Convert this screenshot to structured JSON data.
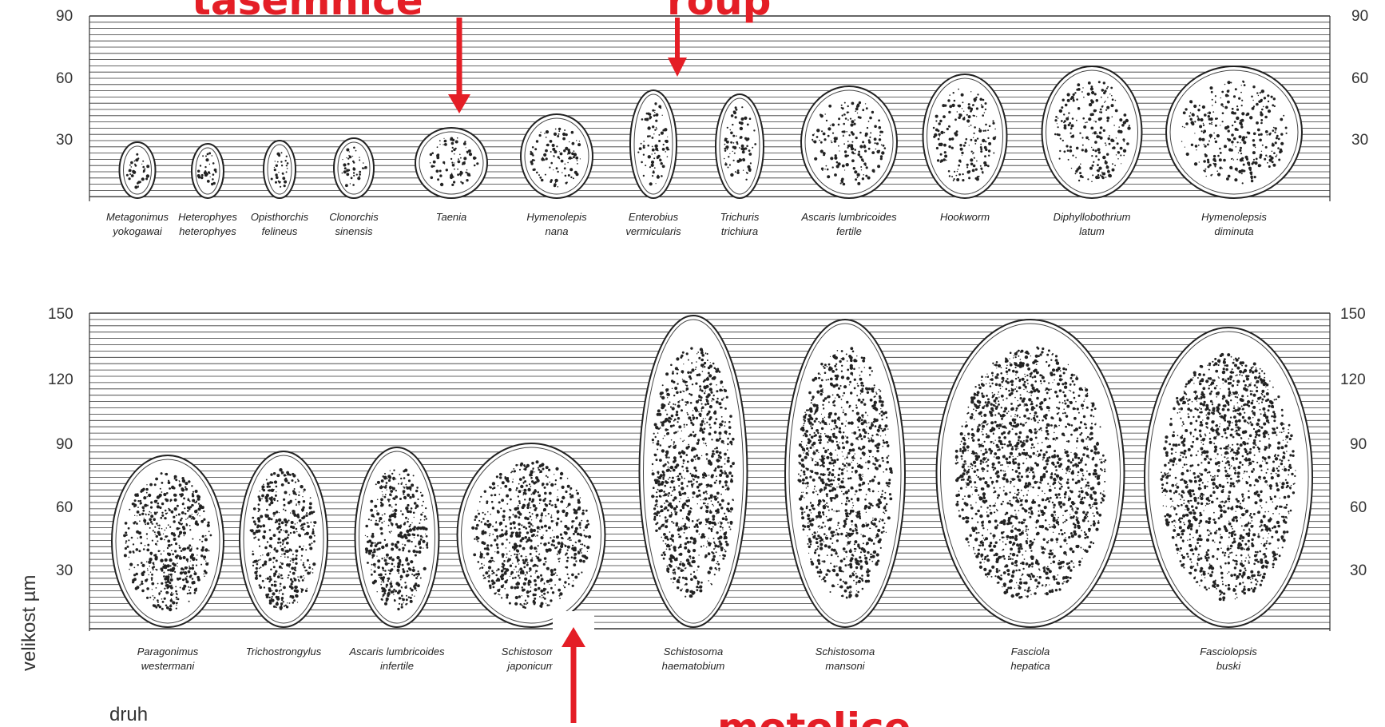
{
  "axis": {
    "y_label": "velikost µm",
    "x_label": "druh",
    "top_panel": {
      "ticks": [
        "90",
        "60",
        "30"
      ]
    },
    "bottom_panel": {
      "ticks": [
        "150",
        "120",
        "90",
        "60",
        "30"
      ]
    }
  },
  "top_species": [
    {
      "line1": "Metagonimus",
      "line2": "yokogawai",
      "w": 45,
      "h": 70
    },
    {
      "line1": "Heterophyes",
      "line2": "heterophyes",
      "w": 40,
      "h": 68
    },
    {
      "line1": "Opisthorchis",
      "line2": "felineus",
      "w": 40,
      "h": 72
    },
    {
      "line1": "Clonorchis",
      "line2": "sinensis",
      "w": 50,
      "h": 75
    },
    {
      "line1": "Taenia",
      "line2": "",
      "w": 90,
      "h": 88
    },
    {
      "line1": "Hymenolepis",
      "line2": "nana",
      "w": 90,
      "h": 105
    },
    {
      "line1": "Enterobius",
      "line2": "vermicularis",
      "w": 58,
      "h": 135
    },
    {
      "line1": "Trichuris",
      "line2": "trichiura",
      "w": 60,
      "h": 130
    },
    {
      "line1": "Ascaris lumbricoides",
      "line2": "fertile",
      "w": 120,
      "h": 140
    },
    {
      "line1": "Hookworm",
      "line2": "",
      "w": 105,
      "h": 155
    },
    {
      "line1": "Diphyllobothrium",
      "line2": "latum",
      "w": 125,
      "h": 165
    },
    {
      "line1": "Hymenolepsis",
      "line2": "diminuta",
      "w": 170,
      "h": 165
    }
  ],
  "bottom_species": [
    {
      "line1": "Paragonimus",
      "line2": "westermani",
      "w": 140,
      "h": 215
    },
    {
      "line1": "Trichostrongylus",
      "line2": "",
      "w": 110,
      "h": 220
    },
    {
      "line1": "Ascaris lumbricoides",
      "line2": "infertile",
      "w": 105,
      "h": 225
    },
    {
      "line1": "Schistosoma",
      "line2": "japonicum",
      "w": 185,
      "h": 230
    },
    {
      "line1": "Schistosoma",
      "line2": "haematobium",
      "w": 135,
      "h": 390
    },
    {
      "line1": "Schistosoma",
      "line2": "mansoni",
      "w": 150,
      "h": 385
    },
    {
      "line1": "Fasciola",
      "line2": "hepatica",
      "w": 235,
      "h": 385
    },
    {
      "line1": "Fasciolopsis",
      "line2": "buski",
      "w": 210,
      "h": 375
    }
  ],
  "annotations": {
    "top_left": "tasemnice",
    "top_right": "roup",
    "bottom": "motolice"
  },
  "colors": {
    "annotation": "#e41e26",
    "ink": "#333333"
  }
}
